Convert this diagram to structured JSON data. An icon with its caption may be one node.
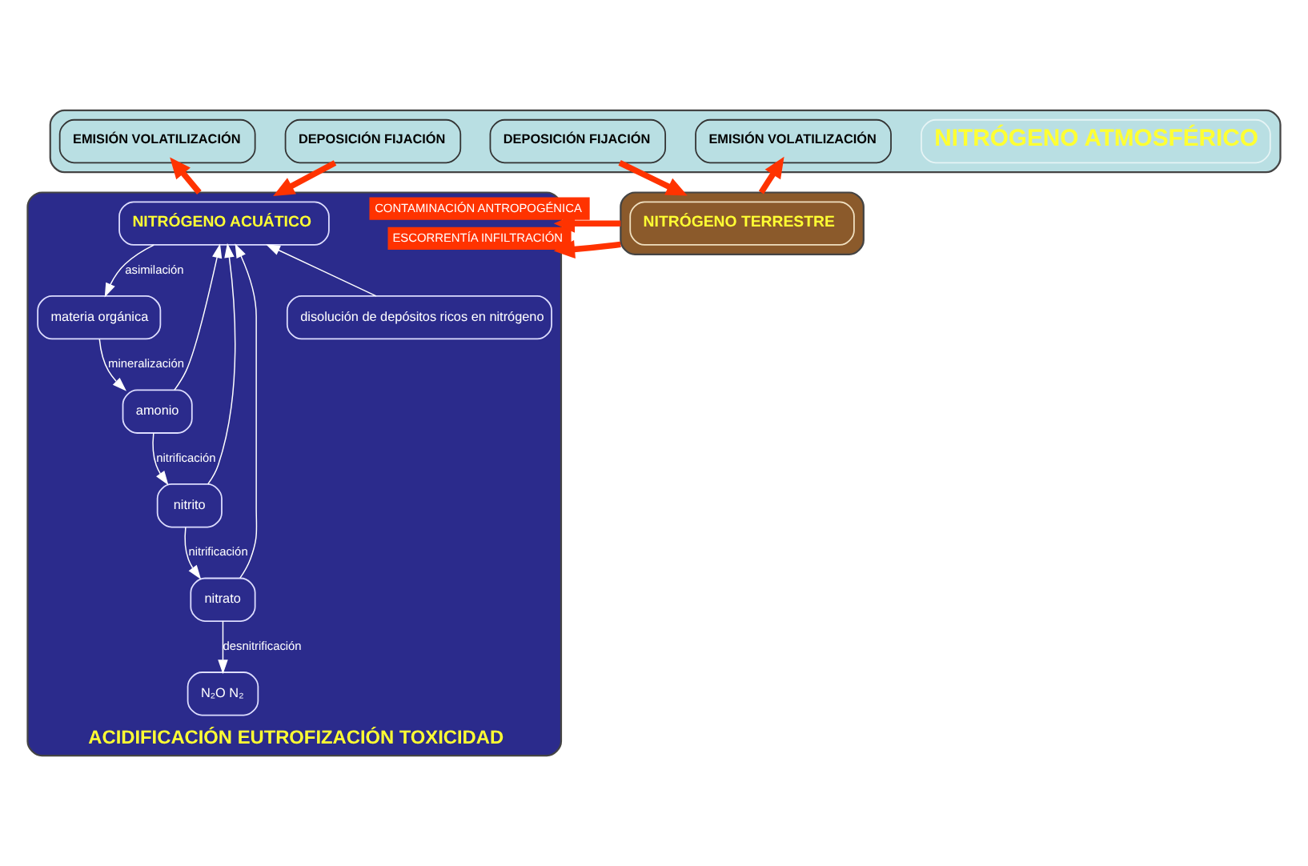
{
  "diagram": {
    "nodes": [
      {
        "text": [],
        "shape": "box"
      },
      {
        "text": [
          "NITRÓGENO ATMOSFÉRICO"
        ],
        "in": 0
      },
      {
        "text": [
          "EMISIÓN VOLATILIZACIÓN"
        ],
        "in": 0
      },
      {
        "text": [
          "DEPOSICIÓN FIJACIÓN"
        ],
        "in": 0
      },
      {
        "text": [
          "DEPOSICIÓN FIJACIÓN"
        ],
        "in": 0
      },
      {
        "text": [
          "EMISIÓN VOLATILIZACIÓN"
        ],
        "in": 0
      },
      {
        "text": [
          "ACIDIFICACIÓN EUTROFIZACIÓN TOXICIDAD"
        ]
      },
      {
        "text": [
          "NITRÓGENO ACUÁTICO"
        ],
        "in": 6
      },
      {
        "text": [
          "materia orgánica"
        ],
        "in": 6
      },
      {
        "text": [
          "amonio"
        ],
        "in": 6
      },
      {
        "text": [
          "N₂O N₂"
        ],
        "in": 6
      },
      {
        "text": [
          "nitrito"
        ],
        "in": 6
      },
      {
        "text": [
          "nitrato"
        ],
        "in": 6
      },
      {
        "text": [
          "disolución de depósitos ricos en nitrógeno"
        ],
        "in": 6
      },
      {
        "text": [],
        "shape": "box"
      },
      {
        "text": [
          "NITRÓGENO TERRESTRE"
        ],
        "in": 14
      }
    ],
    "edges": [
      {
        "from": 6,
        "to": 2,
        "arrow": "to",
        "style": "thick",
        "color": "#ff3300"
      },
      {
        "from": 3,
        "to": 6,
        "arrow": "to",
        "style": "thick",
        "color": "#ff3300"
      },
      {
        "from": 4,
        "to": 14,
        "arrow": "to",
        "style": "thick",
        "color": "#ff3300"
      },
      {
        "from": 14,
        "to": 5,
        "arrow": "to",
        "style": "thick",
        "color": "#ff3300"
      },
      {
        "from": 7,
        "to": 8,
        "arrow": "to",
        "label": "asimilación"
      },
      {
        "from": 8,
        "to": 9,
        "arrow": "to",
        "label": "mineralización"
      },
      {
        "from": 9,
        "to": 7,
        "arrow": "to"
      },
      {
        "from": 9,
        "to": 11,
        "arrow": "to",
        "label": "nitrificación"
      },
      {
        "from": 11,
        "to": 7,
        "arrow": "to"
      },
      {
        "from": 11,
        "to": 12,
        "arrow": "to",
        "label": "nitrificación"
      },
      {
        "from": 12,
        "to": 7,
        "arrow": "to"
      },
      {
        "from": 12,
        "to": 10,
        "arrow": "to",
        "label": "desnitrificación"
      },
      {
        "from": 13,
        "to": 7,
        "arrow": "to"
      },
      {
        "from": 14,
        "to": 6,
        "arrow": "to",
        "label": "ESCORRENTÍA INFILTRACIÓN",
        "style": "thick",
        "color": "#ff3300"
      },
      {
        "from": 14,
        "to": 6,
        "arrow": "to",
        "label": "CONTAMINACIÓN ANTROPOGÉNICA",
        "style": "thick",
        "color": "#ff3300"
      }
    ]
  }
}
